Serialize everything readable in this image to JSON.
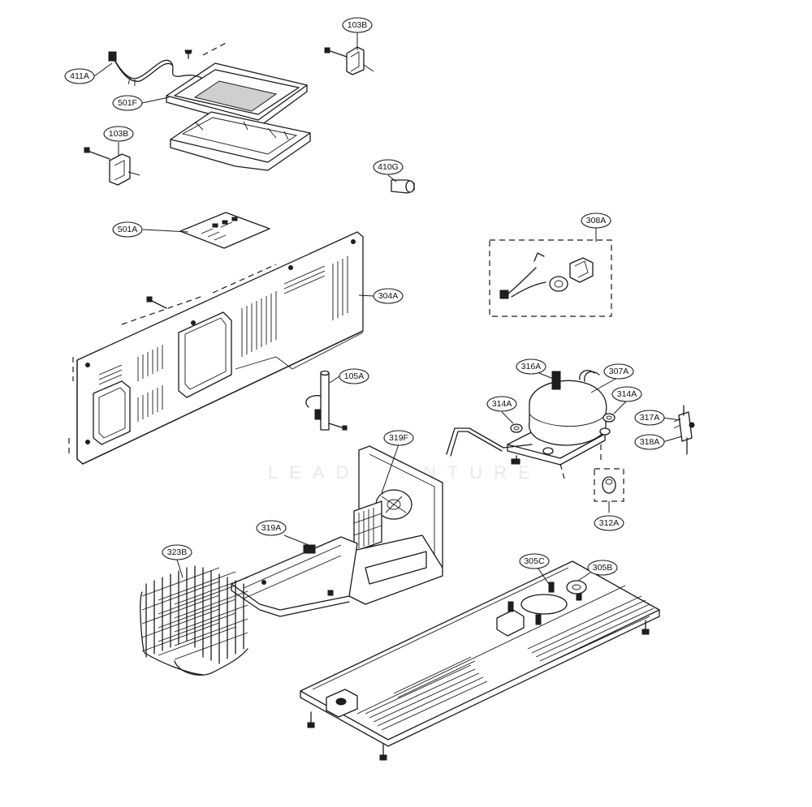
{
  "watermark": "LEAD VENTURE",
  "callouts": [
    {
      "id": "c-411A",
      "label": "411A"
    },
    {
      "id": "c-501F",
      "label": "501F"
    },
    {
      "id": "c-103B-top",
      "label": "103B"
    },
    {
      "id": "c-103B-left",
      "label": "103B"
    },
    {
      "id": "c-410G",
      "label": "410G"
    },
    {
      "id": "c-501A",
      "label": "501A"
    },
    {
      "id": "c-304A",
      "label": "304A"
    },
    {
      "id": "c-308A",
      "label": "308A"
    },
    {
      "id": "c-105A",
      "label": "105A"
    },
    {
      "id": "c-316A",
      "label": "316A"
    },
    {
      "id": "c-307A",
      "label": "307A"
    },
    {
      "id": "c-314A-left",
      "label": "314A"
    },
    {
      "id": "c-314A-right",
      "label": "314A"
    },
    {
      "id": "c-317A",
      "label": "317A"
    },
    {
      "id": "c-318A",
      "label": "318A"
    },
    {
      "id": "c-319F",
      "label": "319F"
    },
    {
      "id": "c-312A",
      "label": "312A"
    },
    {
      "id": "c-319A",
      "label": "319A"
    },
    {
      "id": "c-323B",
      "label": "323B"
    },
    {
      "id": "c-305C",
      "label": "305C"
    },
    {
      "id": "c-305B",
      "label": "305B"
    }
  ]
}
